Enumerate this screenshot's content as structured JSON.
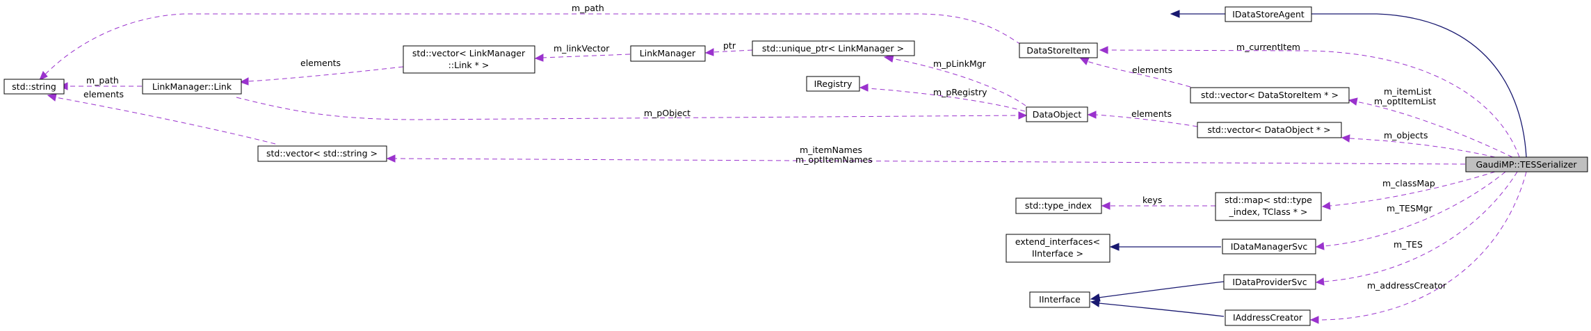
{
  "nodes": {
    "gaudi_tes_serializer": "GaudiMP::TESSerializer",
    "std_string": "std::string",
    "idatastoreagent": "IDataStoreAgent",
    "datastoreitem": "DataStoreItem",
    "linkmanager_link": "LinkManager::Link",
    "vector_linkmanager_link_line1": "std::vector< LinkManager",
    "vector_linkmanager_link_line2": "::Link * >",
    "linkmanager": "LinkManager",
    "unique_ptr_linkmanager": "std::unique_ptr< LinkManager >",
    "iregistry": "IRegistry",
    "dataobject": "DataObject",
    "vector_datastoreitem": "std::vector< DataStoreItem * >",
    "vector_dataobject": "std::vector< DataObject * >",
    "vector_string": "std::vector< std::string >",
    "type_index": "std::type_index",
    "map_typeindex_line1": "std::map< std::type",
    "map_typeindex_line2": "_index, TClass * >",
    "extend_interfaces_line1": "extend_interfaces<",
    "extend_interfaces_line2": "IInterface >",
    "idatamanagersvc": "IDataManagerSvc",
    "idataprovidersvc": "IDataProviderSvc",
    "iinterface": "IInterface",
    "iaddresscreator": "IAddressCreator"
  },
  "edge_labels": {
    "m_path_top": "m_path",
    "m_path_link": "m_path",
    "elements_string": "elements",
    "elements_link": "elements",
    "m_linkVector": "m_linkVector",
    "ptr": "ptr",
    "m_pLinkMgr": "m_pLinkMgr",
    "m_pRegistry": "m_pRegistry",
    "m_pObject": "m_pObject",
    "elements_dsi": "elements",
    "elements_do": "elements",
    "m_currentItem": "m_currentItem",
    "m_itemList": "m_itemList",
    "m_optItemList": "m_optItemList",
    "m_objects": "m_objects",
    "m_itemNames": "m_itemNames",
    "m_optItemNames": "m_optItemNames",
    "keys": "keys",
    "m_classMap": "m_classMap",
    "m_TESMgr": "m_TESMgr",
    "m_TES": "m_TES",
    "m_addressCreator": "m_addressCreator"
  },
  "colors": {
    "usage_edge": "#9a32cd",
    "inheritance_edge": "#191970",
    "focus_node_fill": "#bfbfbf"
  }
}
